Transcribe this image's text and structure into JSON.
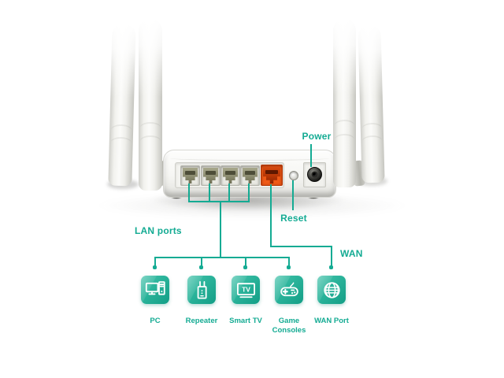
{
  "colors": {
    "accent_teal": "#14ab93",
    "wan_port": "#ef5a17",
    "lan_port": "#8b8b6f",
    "tile_gradient": [
      "#47c3ac",
      "#139e86"
    ]
  },
  "callouts": {
    "power": "Power",
    "reset": "Reset",
    "lan": "LAN ports",
    "wan": "WAN"
  },
  "hardware": {
    "lan_port_count": 4,
    "wan_port_count": 1
  },
  "devices": [
    {
      "label": "PC",
      "icon": "pc-icon"
    },
    {
      "label": "Repeater",
      "icon": "repeater-icon"
    },
    {
      "label": "Smart TV",
      "icon": "smart-tv-icon"
    },
    {
      "label": "Game\nConsoles",
      "icon": "game-controller-icon"
    },
    {
      "label": "WAN Port",
      "icon": "globe-icon"
    }
  ],
  "smart_tv_icon_text": "TV"
}
